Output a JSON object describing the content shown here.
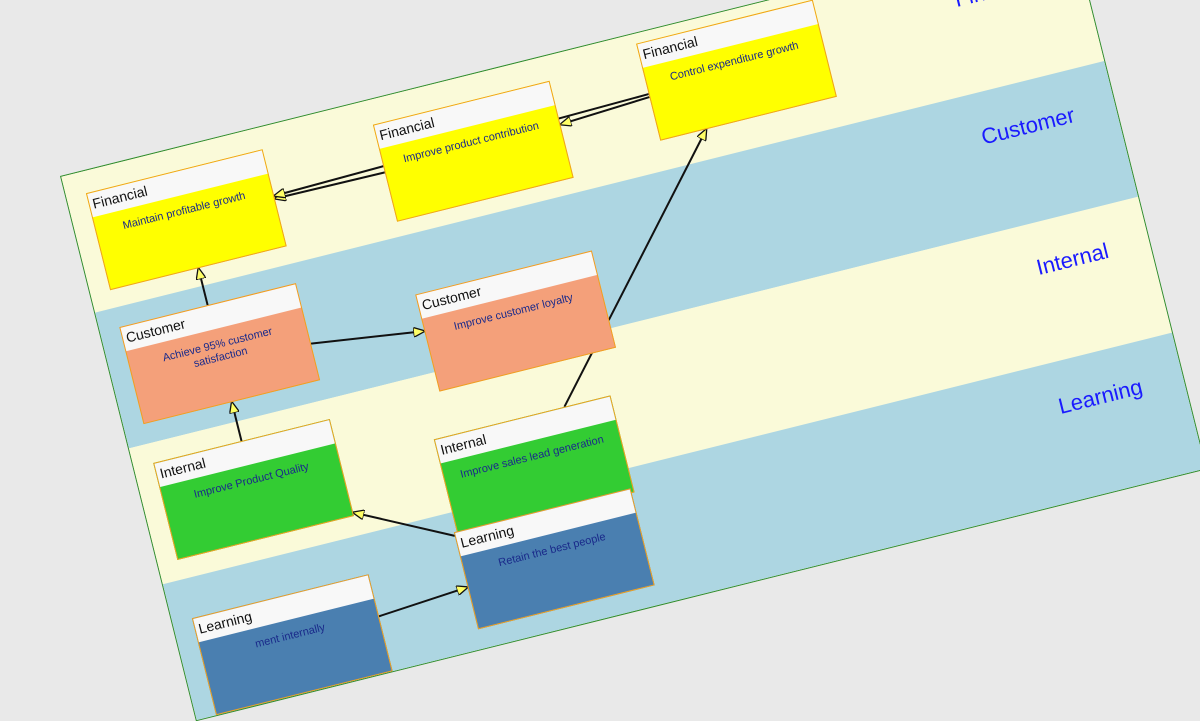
{
  "bands": [
    {
      "id": "financial",
      "label": "Financial",
      "color": "#fafad9"
    },
    {
      "id": "customer",
      "label": "Customer",
      "color": "#add6e2"
    },
    {
      "id": "internal",
      "label": "Internal",
      "color": "#fafad9"
    },
    {
      "id": "learning",
      "label": "Learning",
      "color": "#add6e2"
    }
  ],
  "nodes": [
    {
      "id": "maintain",
      "category": "Financial",
      "text": "Maintain profitable growth",
      "fill": "#ffff00"
    },
    {
      "id": "improve_contribution",
      "category": "Financial",
      "text": "Improve product contribution",
      "fill": "#ffff00"
    },
    {
      "id": "control_expenditure",
      "category": "Financial",
      "text": "Control expenditure growth",
      "fill": "#ffff00"
    },
    {
      "id": "achieve_satisfaction",
      "category": "Customer",
      "text": "Achieve 95% customer satisfaction",
      "fill": "#f4a07a"
    },
    {
      "id": "improve_loyalty",
      "category": "Customer",
      "text": "Improve customer loyalty",
      "fill": "#f4a07a"
    },
    {
      "id": "improve_quality",
      "category": "Internal",
      "text": "Improve Product Quality",
      "fill": "#33cc33"
    },
    {
      "id": "improve_leads",
      "category": "Internal",
      "text": "Improve sales lead generation",
      "fill": "#33cc33"
    },
    {
      "id": "retain_people",
      "category": "Learning",
      "text": "Retain the best people",
      "fill": "#4a7fb0"
    },
    {
      "id": "learning_partial",
      "category": "Learning",
      "text": "ment internally",
      "fill": "#4a7fb0"
    }
  ],
  "links": [
    {
      "from": "improve_contribution",
      "to": "maintain"
    },
    {
      "from": "control_expenditure",
      "to": "improve_contribution"
    },
    {
      "from": "control_expenditure",
      "to": "maintain"
    },
    {
      "from": "achieve_satisfaction",
      "to": "maintain"
    },
    {
      "from": "achieve_satisfaction",
      "to": "improve_loyalty"
    },
    {
      "from": "improve_quality",
      "to": "achieve_satisfaction"
    },
    {
      "from": "improve_leads",
      "to": "control_expenditure"
    },
    {
      "from": "retain_people",
      "to": "improve_quality"
    },
    {
      "from": "learning_partial",
      "to": "retain_people"
    }
  ]
}
